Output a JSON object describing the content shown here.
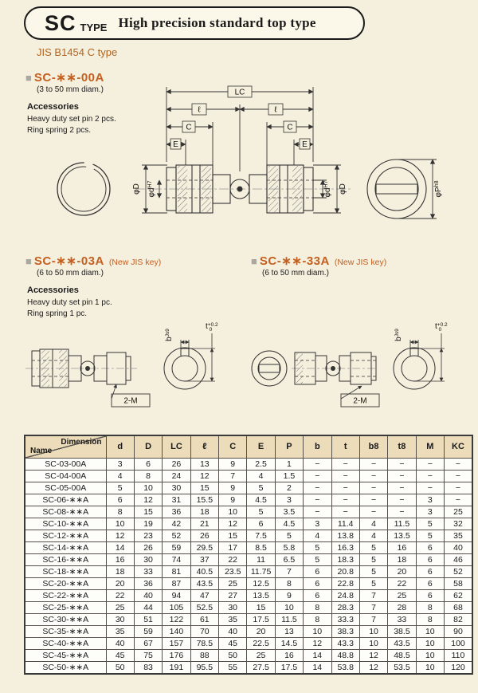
{
  "header": {
    "title": "SC",
    "type_label": "TYPE",
    "subtitle": "High precision standard top type",
    "jis": "JIS B1454 C type"
  },
  "sections": {
    "s00a": {
      "bullet": "■",
      "heading": "SC-∗∗-00A",
      "diam": "(3 to 50 mm diam.)",
      "accessories_title": "Accessories",
      "acc1": "Heavy duty set pin 2 pcs.",
      "acc2": "Ring spring 2 pcs."
    },
    "s03a": {
      "bullet": "■",
      "heading": "SC-∗∗-03A",
      "suffix": "(New JIS key)",
      "diam": "(6 to 50 mm diam.)",
      "accessories_title": "Accessories",
      "acc1": "Heavy duty set pin 1 pc.",
      "acc2": "Ring spring 1 pc."
    },
    "s33a": {
      "bullet": "■",
      "heading": "SC-∗∗-33A",
      "suffix": "(New JIS key)",
      "diam": "(6 to 50 mm diam.)"
    }
  },
  "drawing": {
    "lc": "LC",
    "l": "ℓ",
    "c": "C",
    "e": "E",
    "phiD": "φD",
    "phid": "φd",
    "phid_tol": "H7",
    "phiP": "φP",
    "phiP_tol": "h8",
    "t": "t",
    "t_sup": "+0.2",
    "t_sub": "0",
    "b": "b",
    "b_tol": "Js9",
    "m": "2-M"
  },
  "table": {
    "corner_top": "Dimension",
    "corner_bottom": "Name",
    "columns": [
      "d",
      "D",
      "LC",
      "ℓ",
      "C",
      "E",
      "P",
      "b",
      "t",
      "b8",
      "t8",
      "M",
      "KC"
    ],
    "rows": [
      {
        "name": "SC-03-00A",
        "values": [
          "3",
          "6",
          "26",
          "13",
          "9",
          "2.5",
          "1",
          "−",
          "−",
          "−",
          "−",
          "−",
          "−"
        ]
      },
      {
        "name": "SC-04-00A",
        "values": [
          "4",
          "8",
          "24",
          "12",
          "7",
          "4",
          "1.5",
          "−",
          "−",
          "−",
          "−",
          "−",
          "−"
        ]
      },
      {
        "name": "SC-05-00A",
        "values": [
          "5",
          "10",
          "30",
          "15",
          "9",
          "5",
          "2",
          "−",
          "−",
          "−",
          "−",
          "−",
          "−"
        ]
      },
      {
        "name": "SC-06-∗∗A",
        "values": [
          "6",
          "12",
          "31",
          "15.5",
          "9",
          "4.5",
          "3",
          "−",
          "−",
          "−",
          "−",
          "3",
          "−"
        ]
      },
      {
        "name": "SC-08-∗∗A",
        "values": [
          "8",
          "15",
          "36",
          "18",
          "10",
          "5",
          "3.5",
          "−",
          "−",
          "−",
          "−",
          "3",
          "25"
        ]
      },
      {
        "name": "SC-10-∗∗A",
        "values": [
          "10",
          "19",
          "42",
          "21",
          "12",
          "6",
          "4.5",
          "3",
          "11.4",
          "4",
          "11.5",
          "5",
          "32"
        ]
      },
      {
        "name": "SC-12-∗∗A",
        "values": [
          "12",
          "23",
          "52",
          "26",
          "15",
          "7.5",
          "5",
          "4",
          "13.8",
          "4",
          "13.5",
          "5",
          "35"
        ]
      },
      {
        "name": "SC-14-∗∗A",
        "values": [
          "14",
          "26",
          "59",
          "29.5",
          "17",
          "8.5",
          "5.8",
          "5",
          "16.3",
          "5",
          "16",
          "6",
          "40"
        ]
      },
      {
        "name": "SC-16-∗∗A",
        "values": [
          "16",
          "30",
          "74",
          "37",
          "22",
          "11",
          "6.5",
          "5",
          "18.3",
          "5",
          "18",
          "6",
          "46"
        ]
      },
      {
        "name": "SC-18-∗∗A",
        "values": [
          "18",
          "33",
          "81",
          "40.5",
          "23.5",
          "11.75",
          "7",
          "6",
          "20.8",
          "5",
          "20",
          "6",
          "52"
        ]
      },
      {
        "name": "SC-20-∗∗A",
        "values": [
          "20",
          "36",
          "87",
          "43.5",
          "25",
          "12.5",
          "8",
          "6",
          "22.8",
          "5",
          "22",
          "6",
          "58"
        ]
      },
      {
        "name": "SC-22-∗∗A",
        "values": [
          "22",
          "40",
          "94",
          "47",
          "27",
          "13.5",
          "9",
          "6",
          "24.8",
          "7",
          "25",
          "6",
          "62"
        ]
      },
      {
        "name": "SC-25-∗∗A",
        "values": [
          "25",
          "44",
          "105",
          "52.5",
          "30",
          "15",
          "10",
          "8",
          "28.3",
          "7",
          "28",
          "8",
          "68"
        ]
      },
      {
        "name": "SC-30-∗∗A",
        "values": [
          "30",
          "51",
          "122",
          "61",
          "35",
          "17.5",
          "11.5",
          "8",
          "33.3",
          "7",
          "33",
          "8",
          "82"
        ]
      },
      {
        "name": "SC-35-∗∗A",
        "values": [
          "35",
          "59",
          "140",
          "70",
          "40",
          "20",
          "13",
          "10",
          "38.3",
          "10",
          "38.5",
          "10",
          "90"
        ]
      },
      {
        "name": "SC-40-∗∗A",
        "values": [
          "40",
          "67",
          "157",
          "78.5",
          "45",
          "22.5",
          "14.5",
          "12",
          "43.3",
          "10",
          "43.5",
          "10",
          "100"
        ]
      },
      {
        "name": "SC-45-∗∗A",
        "values": [
          "45",
          "75",
          "176",
          "88",
          "50",
          "25",
          "16",
          "14",
          "48.8",
          "12",
          "48.5",
          "10",
          "110"
        ]
      },
      {
        "name": "SC-50-∗∗A",
        "values": [
          "50",
          "83",
          "191",
          "95.5",
          "55",
          "27.5",
          "17.5",
          "14",
          "53.8",
          "12",
          "53.5",
          "10",
          "120"
        ]
      }
    ]
  }
}
